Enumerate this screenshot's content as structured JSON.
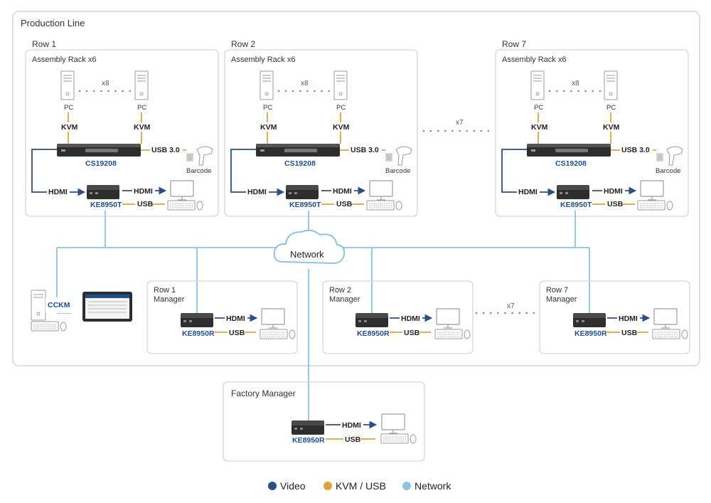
{
  "production_line": {
    "title": "Production Line"
  },
  "rows": [
    {
      "row_label": "Row 1",
      "rack_label": "Assembly Rack x6",
      "pc_count": "x8",
      "pc_label": "PC",
      "kvm_label": "KVM",
      "switch_model": "CS19208",
      "usb_label": "USB 3.0",
      "barcode_label": "Barcode",
      "hdmi_label": "HDMI",
      "tx_model": "KE8950T",
      "usb_short": "USB"
    },
    {
      "row_label": "Row 2",
      "rack_label": "Assembly Rack x6",
      "pc_count": "x8",
      "pc_label": "PC",
      "kvm_label": "KVM",
      "switch_model": "CS19208",
      "usb_label": "USB 3.0",
      "barcode_label": "Barcode",
      "hdmi_label": "HDMI",
      "tx_model": "KE8950T",
      "usb_short": "USB"
    },
    {
      "row_label": "Row 7",
      "rack_label": "Assembly Rack x6",
      "pc_count": "x8",
      "pc_label": "PC",
      "kvm_label": "KVM",
      "switch_model": "CS19208",
      "usb_label": "USB 3.0",
      "barcode_label": "Barcode",
      "hdmi_label": "HDMI",
      "tx_model": "KE8950T",
      "usb_short": "USB"
    }
  ],
  "rows_repeat": "x7",
  "managers_repeat": "x7",
  "network_label": "Network",
  "cckm_label": "CCKM",
  "managers": [
    {
      "title_line1": "Row 1",
      "title_line2": "Manager",
      "model": "KE8950R",
      "hdmi_label": "HDMI",
      "usb_label": "USB"
    },
    {
      "title_line1": "Row 2",
      "title_line2": "Manager",
      "model": "KE8950R",
      "hdmi_label": "HDMI",
      "usb_label": "USB"
    },
    {
      "title_line1": "Row 7",
      "title_line2": "Manager",
      "model": "KE8950R",
      "hdmi_label": "HDMI",
      "usb_label": "USB"
    }
  ],
  "factory_manager": {
    "title": "Factory Manager",
    "model": "KE8950R",
    "hdmi_label": "HDMI",
    "usb_label": "USB"
  },
  "legend": [
    {
      "label": "Video",
      "color": "#2b4f86"
    },
    {
      "label": "KVM / USB",
      "color": "#e0a33a"
    },
    {
      "label": "Network",
      "color": "#8fc1e3"
    }
  ],
  "colors": {
    "video": "#2b4f86",
    "kvm_usb": "#e0a33a",
    "network": "#8fc1e3",
    "box_border": "#d6d6d6"
  }
}
